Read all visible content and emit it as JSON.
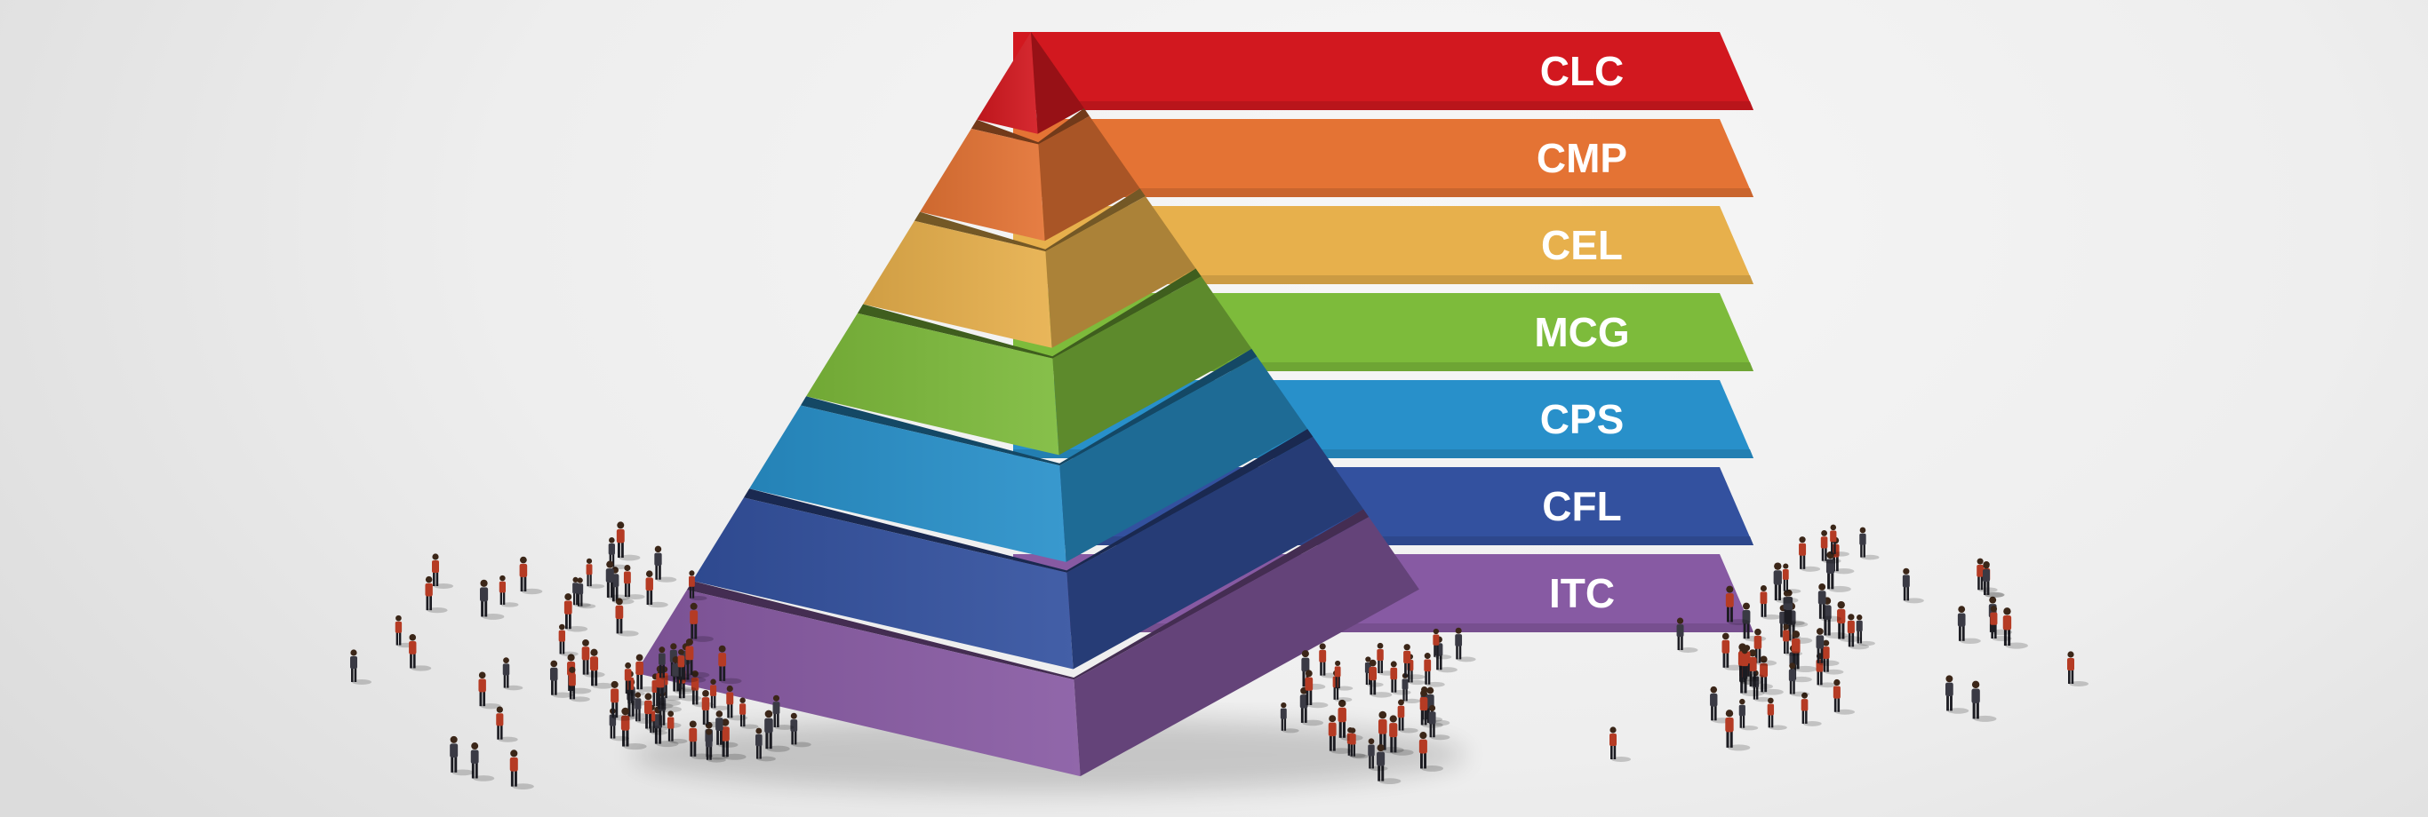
{
  "tiers": [
    {
      "label": "CLC",
      "color": "#d2181f"
    },
    {
      "label": "CMP",
      "color": "#e47334"
    },
    {
      "label": "CEL",
      "color": "#e7b04c"
    },
    {
      "label": "MCG",
      "color": "#7dbb3b"
    },
    {
      "label": "CPS",
      "color": "#2890ca"
    },
    {
      "label": "CFL",
      "color": "#33519f"
    },
    {
      "label": "ITC",
      "color": "#875aa3"
    }
  ],
  "crowd_color": "#b53b24"
}
